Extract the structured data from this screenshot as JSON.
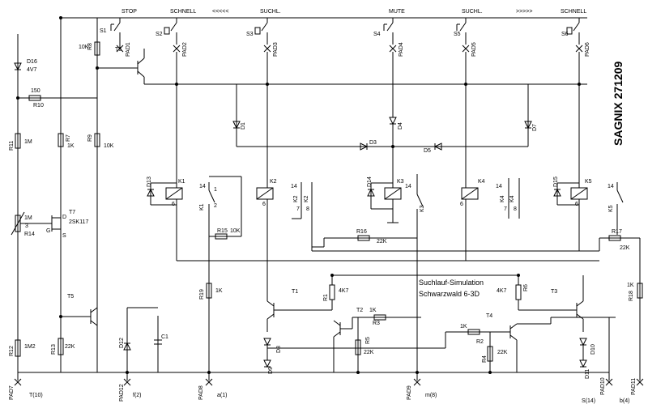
{
  "header": {
    "stop": "STOP",
    "schnell_l": "SCHNELL",
    "arrows_l": "<<<<<",
    "suchl_l": "SUCHL.",
    "mute": "MUTE",
    "suchl_r": "SUCHL.",
    "arrows_r": ">>>>>",
    "schnell_r": "SCHNELL"
  },
  "title_side": "SAGNIX 271209",
  "subtitle_line1": "Suchlauf-Simulation",
  "subtitle_line2": "Schwarzwald 6-3D",
  "switches": [
    "S1",
    "S2",
    "S3",
    "S4",
    "S5",
    "S6"
  ],
  "pads_top": [
    "PAD1",
    "PAD2",
    "PAD3",
    "PAD4",
    "PAD5",
    "PAD6"
  ],
  "pads_bottom": {
    "pad7": "PAD7",
    "pad7_sig": "T(10)",
    "pad12": "PAD12",
    "pad12_sig": "f(2)",
    "pad8": "PAD8",
    "pad8_sig": "a(1)",
    "pad9": "PAD9",
    "pad9_sig": "m(8)",
    "pad10": "PAD10",
    "pad10_sig": "S(14)",
    "pad11": "PAD11",
    "pad11_sig": "b(4)"
  },
  "components": {
    "d16": "D16",
    "d16_val": "4V7",
    "r10_val": "150",
    "r10": "R10",
    "r11": "R11",
    "r11_val": "1M",
    "r14": "R14",
    "r14_val": "1M",
    "r14_pin": "3",
    "r12": "R12",
    "r12_val": "1M2",
    "r7": "R7",
    "r7_val": "1K",
    "r8": "R8",
    "r8_val": "10K",
    "r9": "R9",
    "r9_val": "10K",
    "t6": "T6",
    "t7": "T7",
    "t7_type": "2SK117",
    "t7_d": "D",
    "t7_g": "G",
    "t7_s": "S",
    "t5": "T5",
    "r13": "R13",
    "r13_val": "22K",
    "d12": "D12",
    "c1": "C1",
    "d1": "D1",
    "d3": "D3",
    "d4": "D4",
    "d5": "D5",
    "d7": "D7",
    "d13": "D13",
    "d14": "D14",
    "d15": "D15",
    "k1": "K1",
    "k2": "K2",
    "k3": "K3",
    "k4": "K4",
    "k5": "K5",
    "r15": "R15",
    "r15_val": "10K",
    "r16": "R16",
    "r16_val": "22K",
    "r17": "R17",
    "r17_val": "22K",
    "r19": "R19",
    "r19_val": "1K",
    "r18": "R18",
    "r18_val": "1K",
    "t1": "T1",
    "r1": "R1",
    "r1_val": "4K7",
    "t2": "T2",
    "t2_val": "1K",
    "r3": "R3",
    "r5": "R5",
    "r5_val": "22K",
    "d8": "D8",
    "d9": "D9",
    "r6": "R6",
    "r6_val": "4K7",
    "t3": "T3",
    "t4": "T4",
    "r2": "R2",
    "r2_val": "1K",
    "r4": "R4",
    "r4_val": "22K",
    "d10": "D10",
    "d11": "D11",
    "pin14": "14",
    "pin1": "1",
    "pin2": "2",
    "pin6": "6",
    "pin7": "7",
    "pin8": "8"
  }
}
